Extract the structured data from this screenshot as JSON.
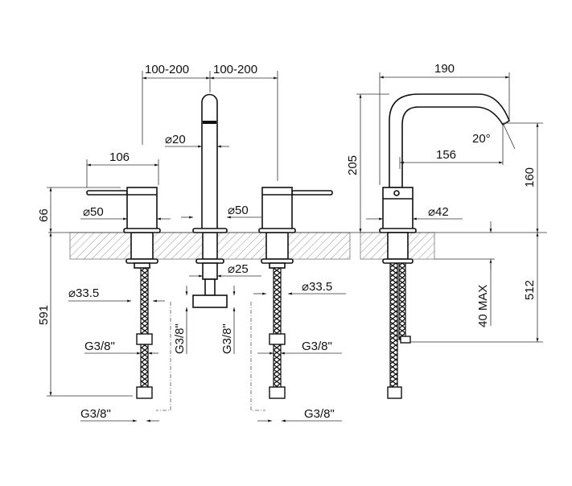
{
  "drawing": {
    "front_view": {
      "spacing_left": "100-200",
      "spacing_right": "100-200",
      "lever_reach": "106",
      "body_height": "66",
      "spout_diameter": "⌀20",
      "valve_diameter_left": "⌀50",
      "valve_diameter_center": "⌀50",
      "shank_diameter": "⌀25",
      "hole_diameter_left": "⌀33.5",
      "hole_diameter_right": "⌀33.5",
      "thread_left_mid": "G3/8\"",
      "thread_left_bottom": "G3/8\"",
      "thread_right_mid": "G3/8\"",
      "thread_right_bottom": "G3/8\"",
      "thread_center_left": "G3/8\"",
      "thread_center_right": "G3/8\"",
      "hose_length": "591"
    },
    "side_view": {
      "spout_projection": "190",
      "spout_height": "205",
      "spout_reach": "156",
      "spout_angle": "20°",
      "outlet_height": "160",
      "body_diameter": "⌀42",
      "max_counter_thickness": "40 MAX",
      "hose_length": "512"
    }
  }
}
